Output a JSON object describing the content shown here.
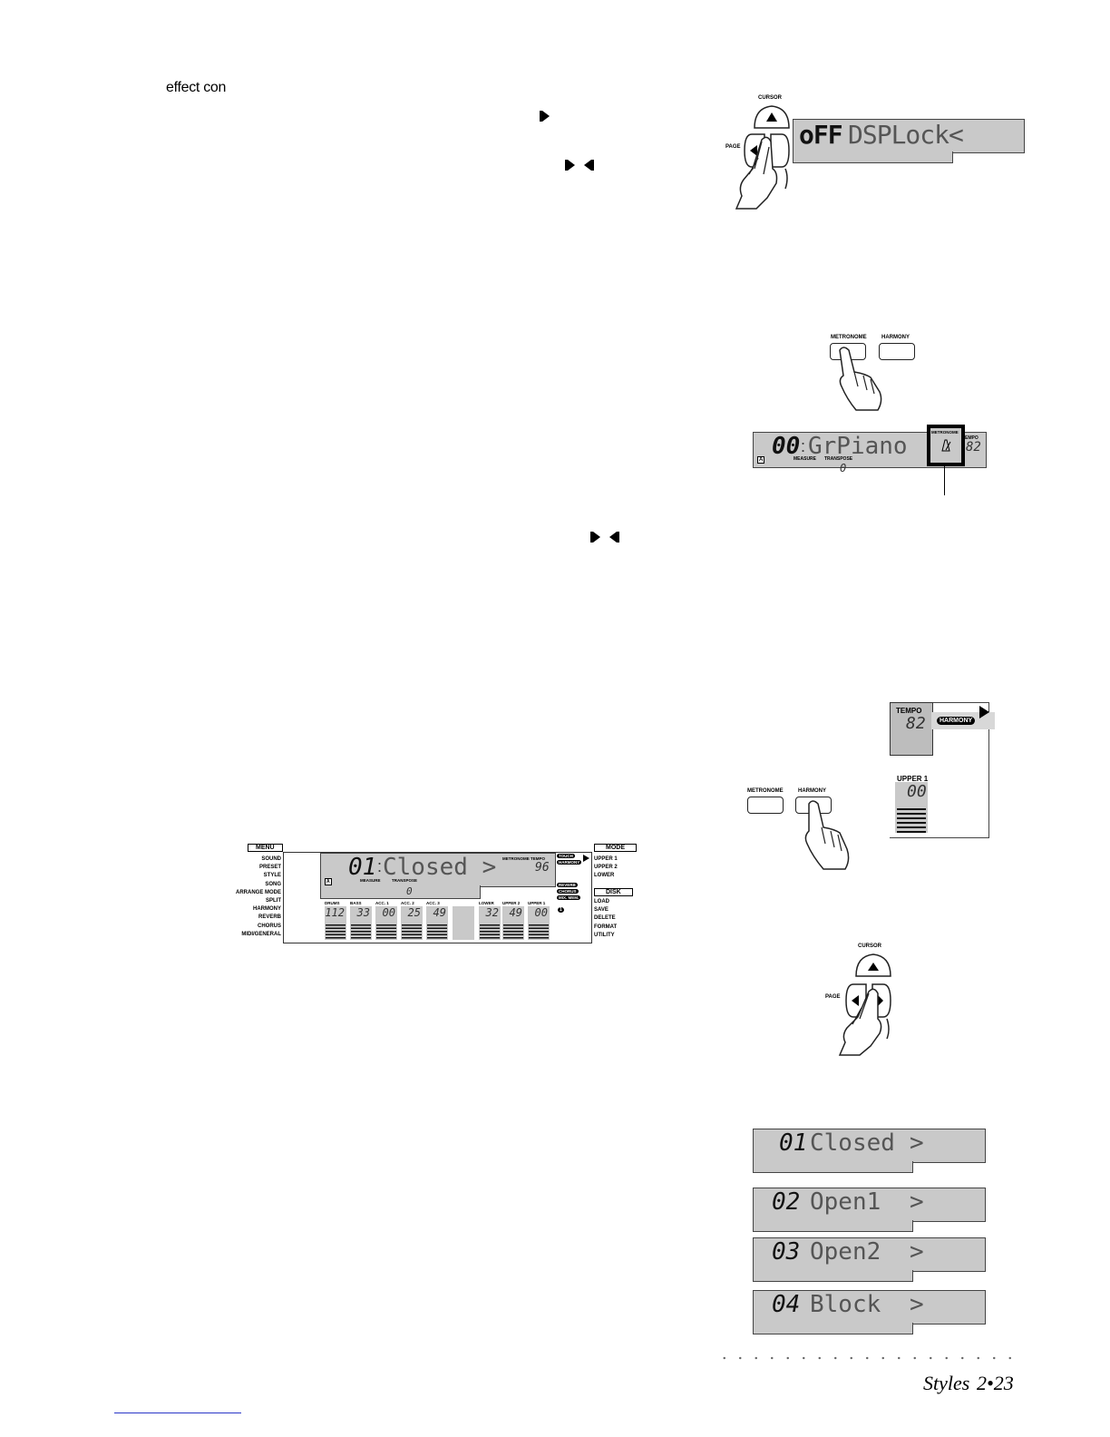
{
  "intro_text": "effect con",
  "fig_cursor_top": {
    "cursor_label": "CURSOR",
    "page_label": "PAGE",
    "lcd_value": "oFF",
    "lcd_text": "DSPLock<"
  },
  "fig_metronome": {
    "metronome_label": "METRONOME",
    "harmony_label": "HARMONY",
    "lcd_number": "00",
    "lcd_name": "GrPiano",
    "measure_label": "MEASURE",
    "transpose_label": "TRANSPOSE",
    "transpose_value": "0",
    "metronome_indicator": "METRONOME",
    "tempo_label": "TEMPO",
    "tempo_value": "82",
    "bank_letter": "A"
  },
  "fig_harmony_detail": {
    "tempo_label": "TEMPO",
    "tempo_value": "82",
    "harmony_badge": "HARMONY",
    "upper1_label": "UPPER 1",
    "upper1_value": "00",
    "metronome_label": "METRONOME",
    "harmony_label": "HARMONY"
  },
  "main_display": {
    "menu_title": "MENU",
    "menu_items": [
      "SOUND",
      "PRESET",
      "STYLE",
      "SONG",
      "ARRANGE MODE",
      "SPLIT",
      "HARMONY",
      "REVERB",
      "CHORUS",
      "MIDI/GENERAL"
    ],
    "mode_title": "MODE",
    "mode_items": [
      "UPPER 1",
      "UPPER 2",
      "LOWER"
    ],
    "disk_title": "DISK",
    "disk_items": [
      "LOAD",
      "SAVE",
      "DELETE",
      "FORMAT",
      "UTILITY"
    ],
    "lcd_number": "01",
    "lcd_name": "Closed >",
    "metronome_label": "METRONOME",
    "tempo_label": "TEMPO",
    "tempo_value": "96",
    "measure_label": "MEASURE",
    "transpose_label": "TRANSPOSE",
    "transpose_value": "0",
    "bank_letter": "A",
    "badges": [
      "TOUCH",
      "HARMONY",
      "REVERB",
      "CHORUS",
      "MIX. MEM."
    ],
    "part_indicator": "1",
    "channels": [
      {
        "label": "DRUMS",
        "value": "112"
      },
      {
        "label": "BASS",
        "value": "33"
      },
      {
        "label": "ACC. 1",
        "value": "00"
      },
      {
        "label": "ACC. 2",
        "value": "25"
      },
      {
        "label": "ACC. 3",
        "value": "49"
      },
      {
        "label": "",
        "value": ""
      },
      {
        "label": "LOWER",
        "value": "32"
      },
      {
        "label": "UPPER 2",
        "value": "49"
      },
      {
        "label": "UPPER 1",
        "value": "00"
      }
    ]
  },
  "fig_cursor_bottom": {
    "cursor_label": "CURSOR",
    "page_label": "PAGE"
  },
  "harmony_types": [
    {
      "number": "01",
      "name": "Closed",
      "arrow": ">"
    },
    {
      "number": "02",
      "name": "Open1",
      "arrow": ">"
    },
    {
      "number": "03",
      "name": "Open2",
      "arrow": ">"
    },
    {
      "number": "04",
      "name": "Block",
      "arrow": ">"
    }
  ],
  "footer": {
    "section": "Styles",
    "page_number": "2•23"
  }
}
